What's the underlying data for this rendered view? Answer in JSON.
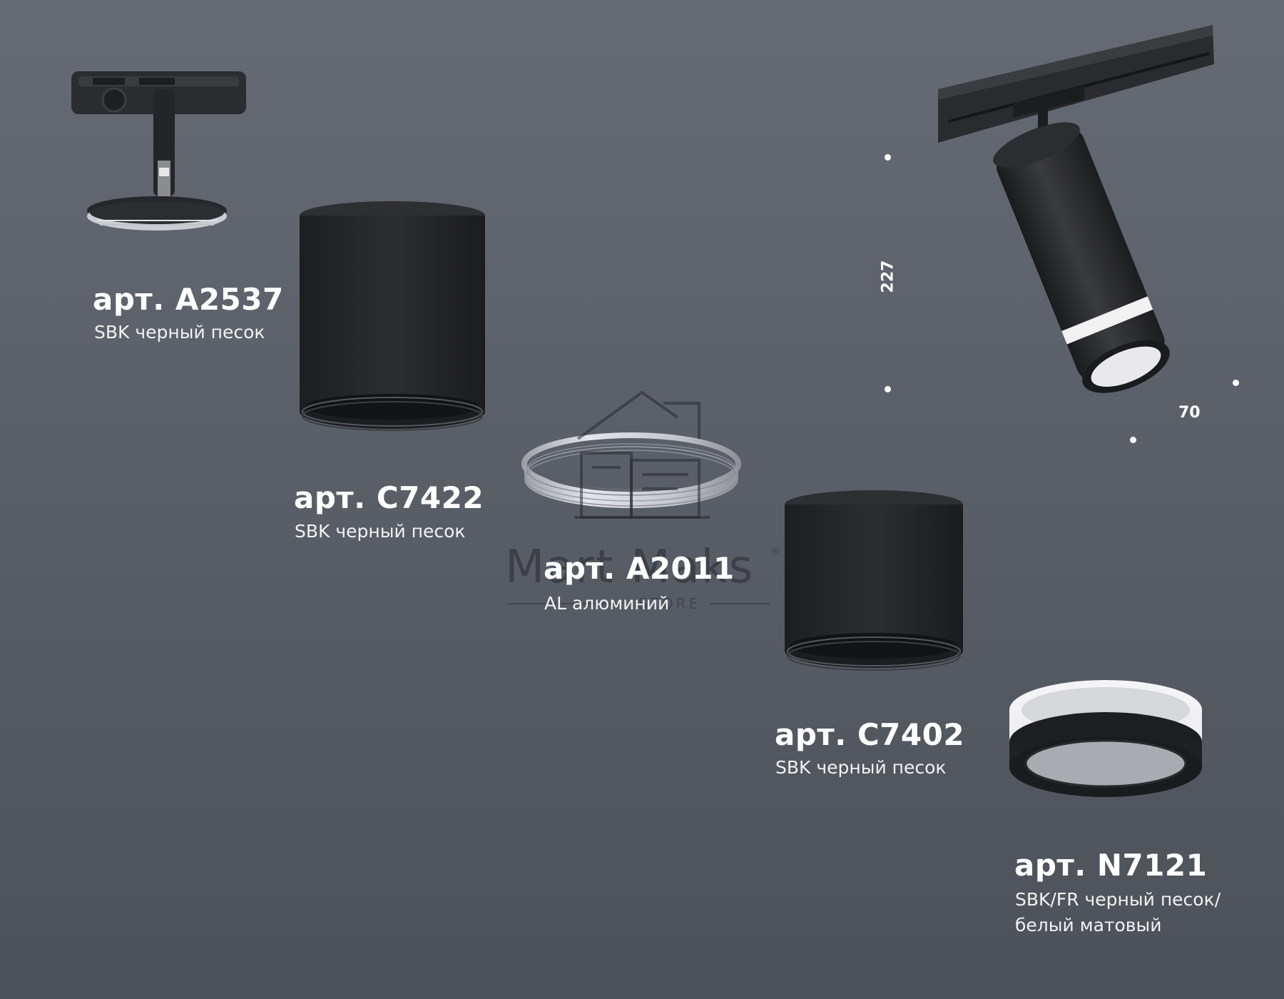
{
  "products": [
    {
      "article": "арт. A2537",
      "description": "SBK черный песок"
    },
    {
      "article": "арт. C7422",
      "description": "SBK черный песок"
    },
    {
      "article": "арт. A2011",
      "description": "AL алюминий"
    },
    {
      "article": "арт. C7402",
      "description": "SBK черный песок"
    },
    {
      "article": "арт. N7121",
      "description_line1": "SBK/FR черный песок/",
      "description_line2": "белый матовый"
    }
  ],
  "dimensions": {
    "height": "227",
    "diameter": "70"
  },
  "watermark": {
    "brand": "Mart Maks",
    "registered": "®",
    "sub": "STORE"
  },
  "colors": {
    "background": "#5a5f68",
    "body_black": "#26272a",
    "aluminium": "#c8cbd0",
    "diffuser": "#eeeeee"
  }
}
